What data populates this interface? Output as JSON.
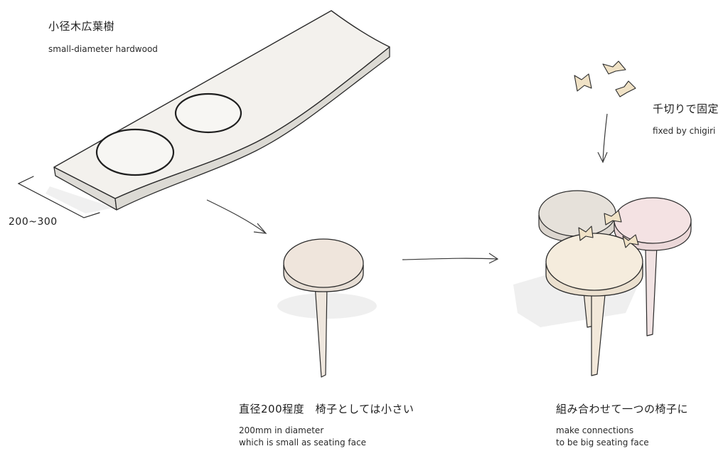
{
  "labels": {
    "board_jp": "小径木広葉樹",
    "board_en": "small-diameter hardwood",
    "width_dim": "200~300",
    "chigiri_jp": "千切りで固定",
    "chigiri_en": "fixed by chigiri",
    "single_jp": "直径200程度　椅子としては小さい",
    "single_en_1": "200mm in diameter",
    "single_en_2": "which is small as seating face",
    "combined_jp": "組み合わせて一つの椅子に",
    "combined_en_1": "make connections",
    "combined_en_2": "to be big seating face"
  },
  "colors": {
    "line": "#2b2b2b",
    "board_face": "#f2f0ec",
    "board_side": "#deddd8",
    "single_seat": "#efe5dc",
    "seat_grey": "#e6e1da",
    "seat_pink": "#f4e2e3",
    "seat_cream": "#f5ecdd",
    "leg": "#eee6dd",
    "chigiri": "#f0e2c6",
    "shadow": "#e4e4e4"
  }
}
